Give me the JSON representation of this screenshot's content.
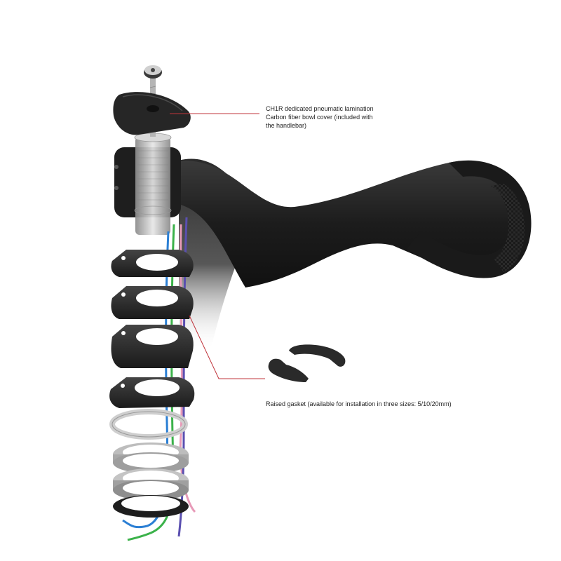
{
  "image": {
    "subject": "exploded view of an integrated carbon handlebar",
    "background_color": "#ffffff"
  },
  "callouts": {
    "top": {
      "lines": [
        "CH1R dedicated pneumatic lamination",
        "Carbon fiber bowl cover (included with",
        "the handlebar)"
      ],
      "leader_color": "#c0343b"
    },
    "bottom": {
      "text": "Raised gasket (available for installation in three sizes: 5/10/20mm)",
      "leader_color": "#c0343b"
    }
  },
  "colors": {
    "carbon": "#1c1c1c",
    "carbon_highlight": "#3a3a3a",
    "spacer": "#2a2a2a",
    "metal": "#c8c8c8",
    "metal_dark": "#8a8a8a",
    "cable_blue": "#2b7fd4",
    "cable_green": "#3bb24a",
    "cable_pink": "#e79ab8",
    "cable_purple": "#5a4fb0"
  }
}
